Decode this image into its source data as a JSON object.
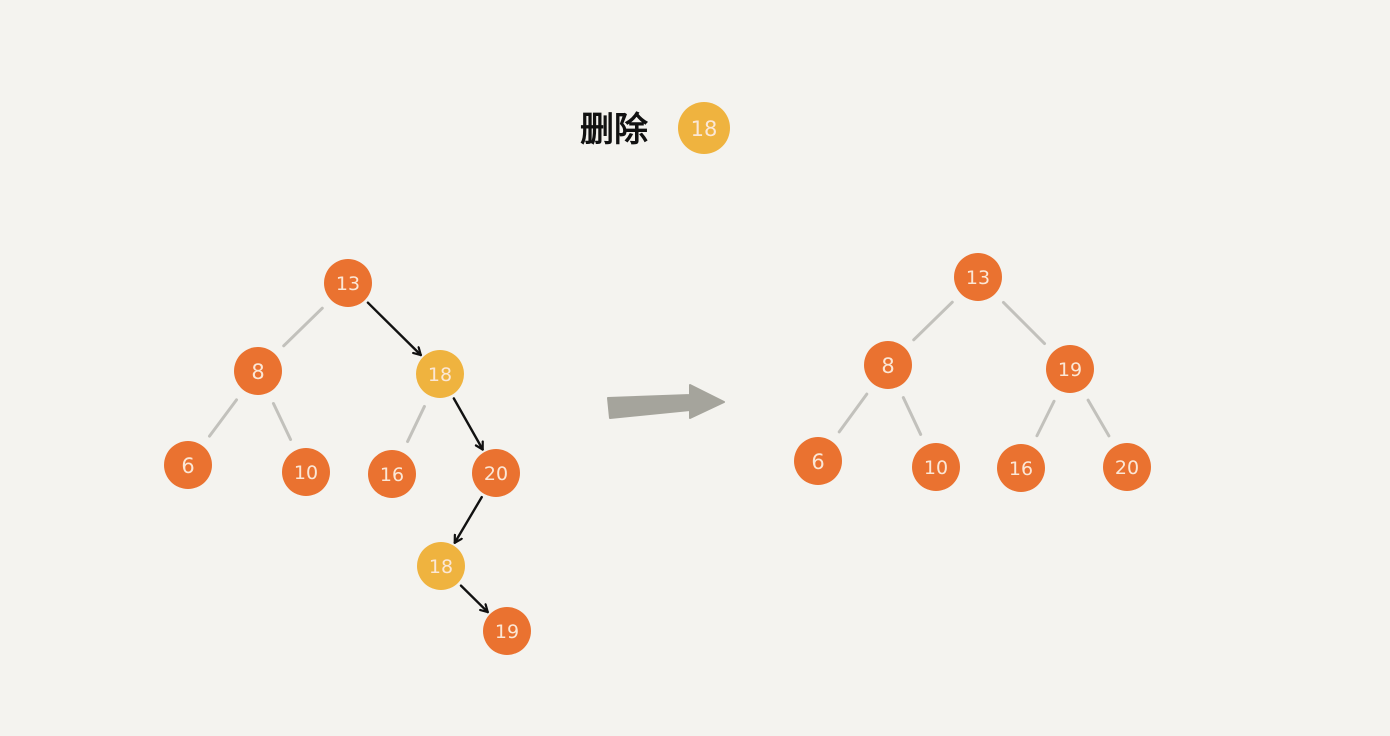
{
  "title": {
    "text": "删除",
    "badge": "18"
  },
  "colors": {
    "background": "#f4f3ef",
    "node": "#ea7230",
    "highlight": "#efb33f",
    "node_text": "#fbe7d6",
    "edge": "#c2c1bc",
    "arrow": "#111111",
    "transition_arrow": "#a5a49c"
  },
  "before_tree": {
    "nodes": [
      {
        "id": "b13",
        "label": "13",
        "highlight": false
      },
      {
        "id": "b8",
        "label": "8",
        "highlight": false
      },
      {
        "id": "b18",
        "label": "18",
        "highlight": true
      },
      {
        "id": "b6",
        "label": "6",
        "highlight": false
      },
      {
        "id": "b10",
        "label": "10",
        "highlight": false
      },
      {
        "id": "b16",
        "label": "16",
        "highlight": false
      },
      {
        "id": "b20",
        "label": "20",
        "highlight": false
      },
      {
        "id": "b18m",
        "label": "18",
        "highlight": true
      },
      {
        "id": "b19",
        "label": "19",
        "highlight": false
      }
    ],
    "edges": [
      [
        "b13",
        "b8"
      ],
      [
        "b8",
        "b6"
      ],
      [
        "b8",
        "b10"
      ],
      [
        "b18",
        "b16"
      ]
    ],
    "search_path": [
      [
        "b13",
        "b18"
      ],
      [
        "b18",
        "b20"
      ],
      [
        "b20",
        "b18m"
      ],
      [
        "b18m",
        "b19"
      ]
    ]
  },
  "after_tree": {
    "nodes": [
      {
        "id": "a13",
        "label": "13",
        "highlight": false
      },
      {
        "id": "a8",
        "label": "8",
        "highlight": false
      },
      {
        "id": "a19",
        "label": "19",
        "highlight": false
      },
      {
        "id": "a6",
        "label": "6",
        "highlight": false
      },
      {
        "id": "a10",
        "label": "10",
        "highlight": false
      },
      {
        "id": "a16",
        "label": "16",
        "highlight": false
      },
      {
        "id": "a20",
        "label": "20",
        "highlight": false
      }
    ],
    "edges": [
      [
        "a13",
        "a8"
      ],
      [
        "a13",
        "a19"
      ],
      [
        "a8",
        "a6"
      ],
      [
        "a8",
        "a10"
      ],
      [
        "a19",
        "a16"
      ],
      [
        "a19",
        "a20"
      ]
    ]
  }
}
